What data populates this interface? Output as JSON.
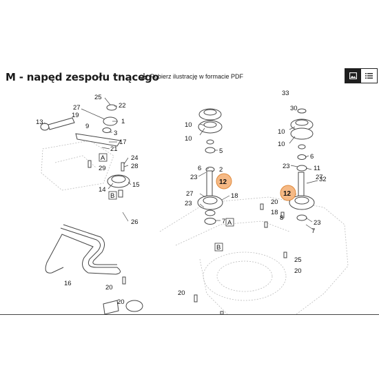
{
  "header": {
    "title": "M - napęd zespołu tnącego",
    "download_label": "Pobierz ilustrację w formacie PDF"
  },
  "view_toggle": {
    "active": "image-view"
  },
  "colors": {
    "highlight": "#f5b985",
    "highlight_stroke": "#e08a3c",
    "line": "#444444"
  },
  "diagram": {
    "part_labels": [
      {
        "id": "p25a",
        "text": "25"
      },
      {
        "id": "p27a",
        "text": "27"
      },
      {
        "id": "p22",
        "text": "22"
      },
      {
        "id": "p19",
        "text": "19"
      },
      {
        "id": "p1",
        "text": "1"
      },
      {
        "id": "p13",
        "text": "13"
      },
      {
        "id": "p9",
        "text": "9"
      },
      {
        "id": "p3",
        "text": "3"
      },
      {
        "id": "p17",
        "text": "17"
      },
      {
        "id": "p21",
        "text": "21"
      },
      {
        "id": "p24",
        "text": "24"
      },
      {
        "id": "p28",
        "text": "28"
      },
      {
        "id": "p29",
        "text": "29"
      },
      {
        "id": "p14",
        "text": "14"
      },
      {
        "id": "p15",
        "text": "15"
      },
      {
        "id": "p26",
        "text": "26"
      },
      {
        "id": "p16",
        "text": "16"
      },
      {
        "id": "p20a",
        "text": "20"
      },
      {
        "id": "p20b",
        "text": "20"
      },
      {
        "id": "p10a",
        "text": "10"
      },
      {
        "id": "p10b",
        "text": "10"
      },
      {
        "id": "p5a",
        "text": "5"
      },
      {
        "id": "p6a",
        "text": "6"
      },
      {
        "id": "p2a",
        "text": "2"
      },
      {
        "id": "p23a",
        "text": "23"
      },
      {
        "id": "p27b",
        "text": "27"
      },
      {
        "id": "p18a",
        "text": "18"
      },
      {
        "id": "p23b",
        "text": "23"
      },
      {
        "id": "p7a",
        "text": "7"
      },
      {
        "id": "p33",
        "text": "33"
      },
      {
        "id": "p30",
        "text": "30"
      },
      {
        "id": "p10c",
        "text": "10"
      },
      {
        "id": "p10d",
        "text": "10"
      },
      {
        "id": "p6b",
        "text": "6"
      },
      {
        "id": "p11",
        "text": "11"
      },
      {
        "id": "p32",
        "text": "32"
      },
      {
        "id": "p23c",
        "text": "23"
      },
      {
        "id": "p27c",
        "text": "27"
      },
      {
        "id": "p20c",
        "text": "20"
      },
      {
        "id": "p8",
        "text": "8"
      },
      {
        "id": "p18b",
        "text": "18"
      },
      {
        "id": "p23d",
        "text": "23"
      },
      {
        "id": "p7b",
        "text": "7"
      },
      {
        "id": "p25b",
        "text": "25"
      },
      {
        "id": "p20d",
        "text": "20"
      },
      {
        "id": "p20e",
        "text": "20"
      }
    ],
    "callouts": [
      {
        "id": "c12a",
        "text": "12"
      },
      {
        "id": "c12b",
        "text": "12"
      }
    ],
    "markers": [
      {
        "id": "mA1",
        "text": "A"
      },
      {
        "id": "mB1",
        "text": "B"
      },
      {
        "id": "mA2",
        "text": "A"
      },
      {
        "id": "mB2",
        "text": "B"
      }
    ]
  }
}
